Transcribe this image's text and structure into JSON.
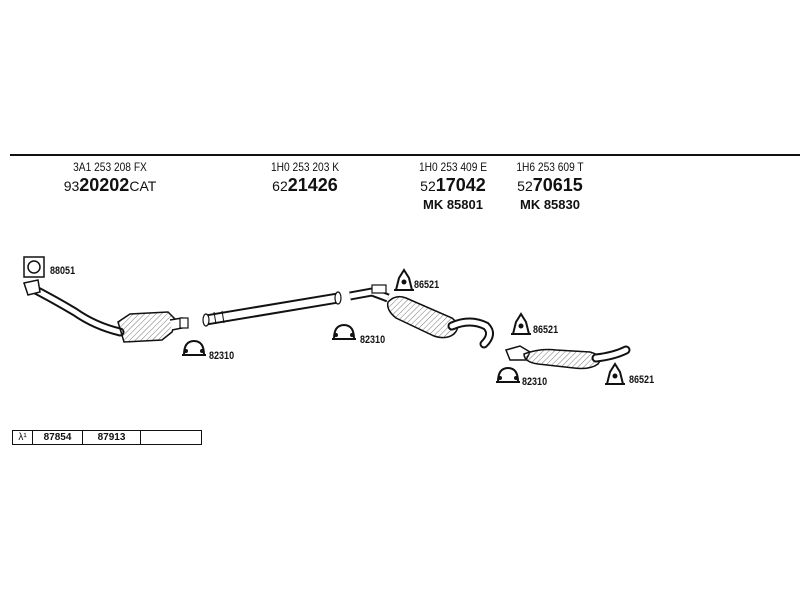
{
  "header_parts": [
    {
      "oem": "3A1 253 208 FX",
      "prefix": "93",
      "number": "20202",
      "suffix": "CAT",
      "mk": ""
    },
    {
      "oem": "1H0 253 203 K",
      "prefix": "62",
      "number": "21426",
      "suffix": "",
      "mk": ""
    },
    {
      "oem": "1H0 253 409 E",
      "prefix": "52",
      "number": "17042",
      "suffix": "",
      "mk": "MK  85801"
    },
    {
      "oem": "1H6 253 609 T",
      "prefix": "52",
      "number": "70615",
      "suffix": "",
      "mk": "MK  85830"
    }
  ],
  "labels": {
    "gasket": "88051",
    "clamp1": "82310",
    "clamp2": "82310",
    "clamp3": "82310",
    "mount1": "86521",
    "mount2": "86521",
    "mount3": "86521"
  },
  "table": {
    "symbol": "λ¹",
    "cells": [
      "87854",
      "87913",
      ""
    ]
  }
}
